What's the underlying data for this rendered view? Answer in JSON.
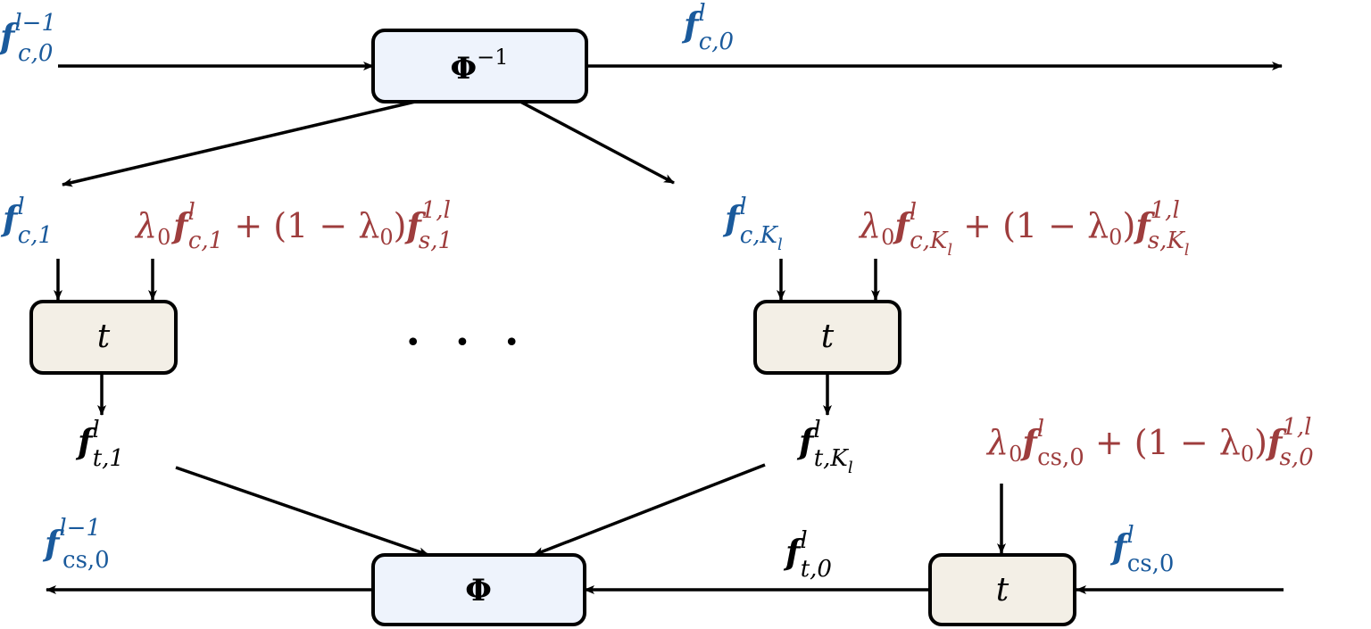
{
  "boxes": {
    "phi_inverse": {
      "symbol": "Φ",
      "sup": "−1"
    },
    "phi": {
      "symbol": "Φ"
    },
    "t_label": "t"
  },
  "dots": "• • •",
  "labels": {
    "top_left": {
      "base": "f",
      "sup": "l−1",
      "sub": "c,0"
    },
    "top_right": {
      "base": "f",
      "sup": "l",
      "sub": "c,0"
    },
    "c1": {
      "base": "f",
      "sup": "l",
      "sub": "c,1"
    },
    "cK": {
      "base": "f",
      "sup": "l",
      "sub_main": "c,K",
      "sub_sub": "l"
    },
    "mix1": {
      "lambda": "λ",
      "lambda_sub": "0",
      "f1_sup": "l",
      "f1_sub": "c,1",
      "mid": " + (1 − λ",
      "mid_sub": "0",
      "close": ")",
      "f2_sup": "1,l",
      "f2_sub": "s,1"
    },
    "mixK": {
      "lambda": "λ",
      "lambda_sub": "0",
      "f1_sup": "l",
      "f1_sub_main": "c,K",
      "f1_sub_sub": "l",
      "mid": " + (1 − λ",
      "mid_sub": "0",
      "close": ")",
      "f2_sup": "1,l",
      "f2_sub_main": "s,K",
      "f2_sub_sub": "l"
    },
    "t1": {
      "base": "f",
      "sup": "l",
      "sub": "t,1"
    },
    "tK": {
      "base": "f",
      "sup": "l",
      "sub_main": "t,K",
      "sub_sub": "l"
    },
    "mix0": {
      "lambda": "λ",
      "lambda_sub": "0",
      "f1_sup": "l",
      "f1_sub": "cs,0",
      "mid": " + (1 − λ",
      "mid_sub": "0",
      "close": ")",
      "f2_sup": "1,l",
      "f2_sub": "s,0"
    },
    "t0": {
      "base": "f",
      "sup": "l",
      "sub": "t,0"
    },
    "cs0_right": {
      "base": "f",
      "sup": "l",
      "sub": "cs,0"
    },
    "cs0_left": {
      "base": "f",
      "sup": "l−1",
      "sub": "cs,0"
    }
  },
  "colors": {
    "blue": "#1a5a9c",
    "red": "#9e3d3d",
    "phi_fill": "#eef3fc",
    "t_fill": "#f3efe6"
  }
}
